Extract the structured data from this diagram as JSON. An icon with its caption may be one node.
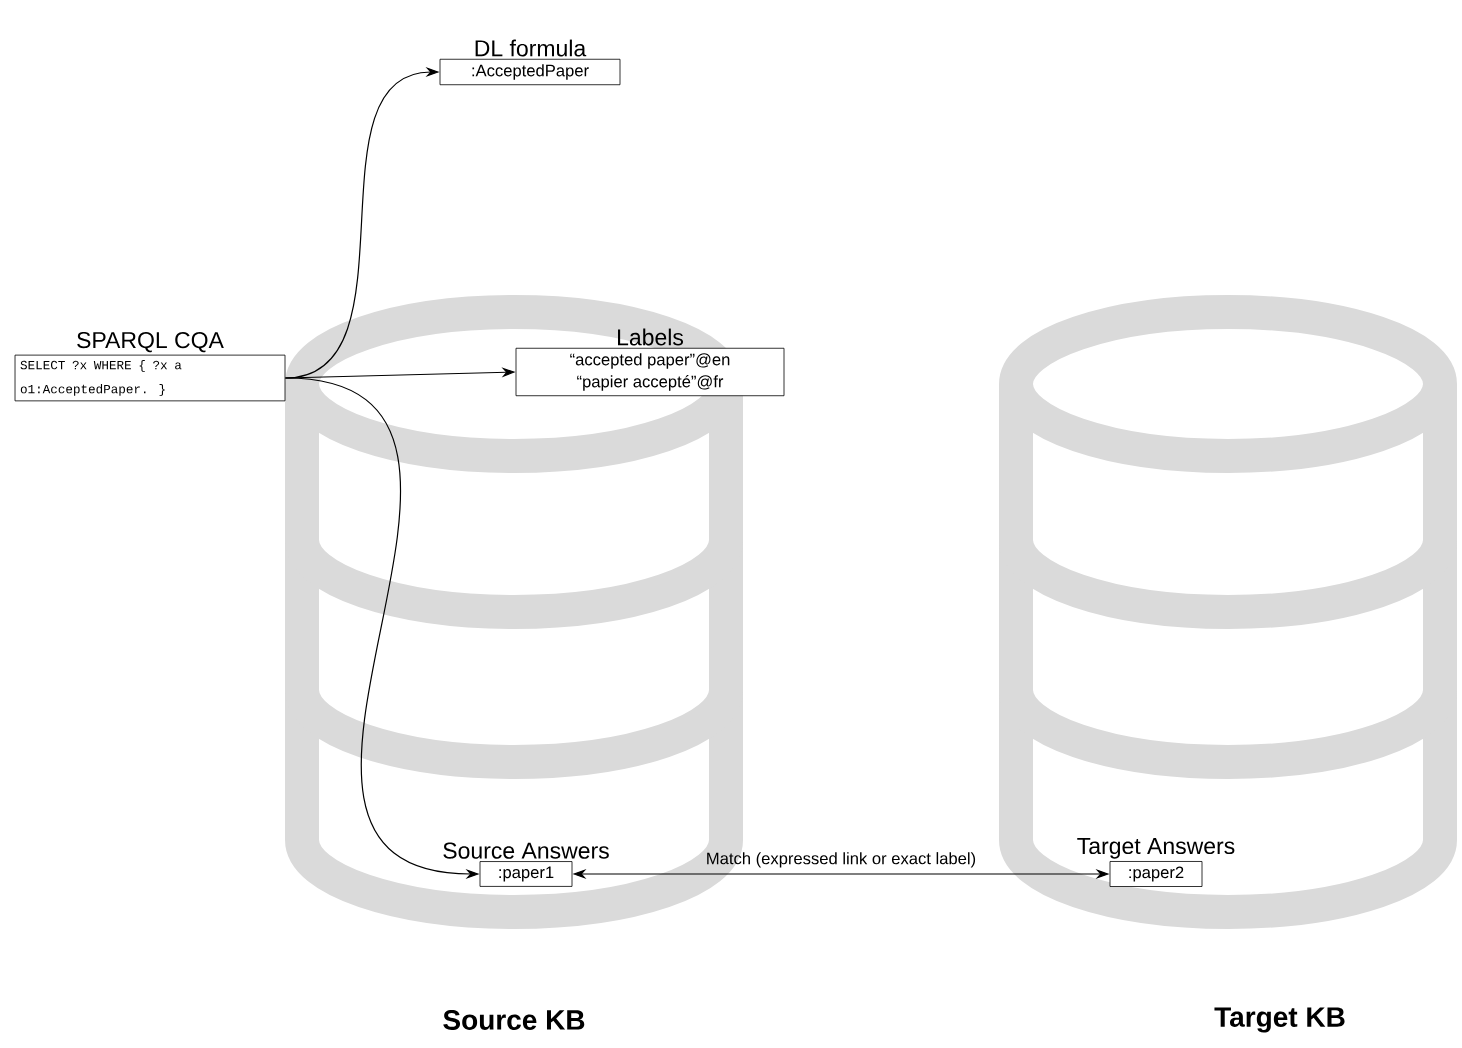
{
  "diagram": {
    "nodes": [
      {
        "text": [
          "SPARQL CQA",
          "SELECT ?x WHERE { ?x a o1:AcceptedPaper. }"
        ]
      },
      {
        "text": [
          "DL formula",
          ":AcceptedPaper"
        ]
      },
      {
        "text": [
          "Labels",
          "“accepted paper”@en",
          "“papier accepté”@fr"
        ]
      },
      {
        "text": [
          "Source Answers",
          ":paper1"
        ]
      },
      {
        "text": [
          "Target Answers",
          ":paper2"
        ]
      }
    ],
    "edges": [
      {
        "from": 0,
        "to": 1,
        "arrow": "to"
      },
      {
        "from": 0,
        "to": 2,
        "arrow": "to"
      },
      {
        "from": 0,
        "to": 3,
        "arrow": "to"
      },
      {
        "from": 3,
        "to": 4,
        "arrow": "both",
        "label": "Match (expressed link or exact label)"
      }
    ],
    "labels": [
      "Source KB",
      "Target KB"
    ]
  }
}
